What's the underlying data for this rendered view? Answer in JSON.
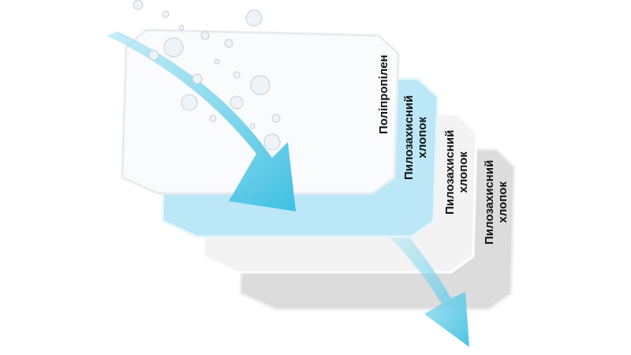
{
  "layers": [
    {
      "label": "Поліпропілен",
      "color": "#ffffff"
    },
    {
      "label_line1": "Пилозахисний",
      "label_line2": "хлопок",
      "color": "#b9e6f6"
    },
    {
      "label_line1": "Пилозахисний",
      "label_line2": "хлопок",
      "color": "#f2f2f2"
    },
    {
      "label_line1": "Пилозахисний",
      "label_line2": "хлопок",
      "color": "#dcdcdc"
    }
  ],
  "arrow_color": "#5fcbe6"
}
